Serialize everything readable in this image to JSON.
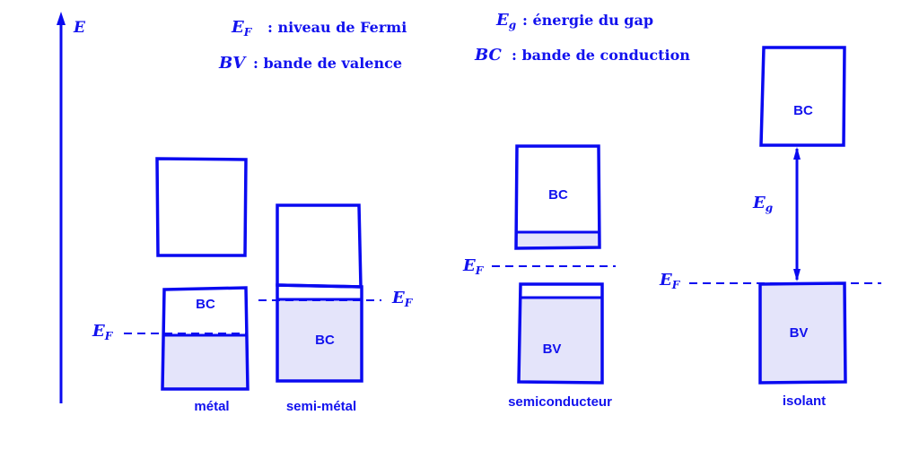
{
  "axis": {
    "label": "E",
    "arrow": "up-arrow-icon"
  },
  "legend": {
    "ef_symbol": "E",
    "ef_sub": "F",
    "ef_text": ":  niveau de Fermi",
    "bv_symbol": "BV",
    "bv_text": ":  bande de valence",
    "eg_symbol": "E",
    "eg_sub": "g",
    "eg_text": ":  énergie du gap",
    "bc_symbol": "BC",
    "bc_text": ":  bande de conduction"
  },
  "colors": {
    "stroke": "#0a0af0",
    "fill": "#e4e4fa",
    "text": "#1212ee"
  },
  "materials": [
    {
      "name": "métal",
      "bands": [
        {
          "label": ""
        },
        {
          "label": "BC"
        }
      ],
      "fermi": {
        "symbol": "E",
        "sub": "F"
      }
    },
    {
      "name": "semi-métal",
      "bands": [
        {
          "label": ""
        },
        {
          "label": "BC"
        }
      ],
      "fermi": {
        "symbol": "E",
        "sub": "F"
      }
    },
    {
      "name": "semiconducteur",
      "bands": [
        {
          "label": "BC"
        },
        {
          "label": "BV"
        }
      ],
      "fermi": {
        "symbol": "E",
        "sub": "F"
      }
    },
    {
      "name": "isolant",
      "bands": [
        {
          "label": "BC"
        },
        {
          "label": "BV"
        }
      ],
      "fermi": {
        "symbol": "E",
        "sub": "F"
      },
      "gap": {
        "symbol": "E",
        "sub": "g"
      }
    }
  ]
}
